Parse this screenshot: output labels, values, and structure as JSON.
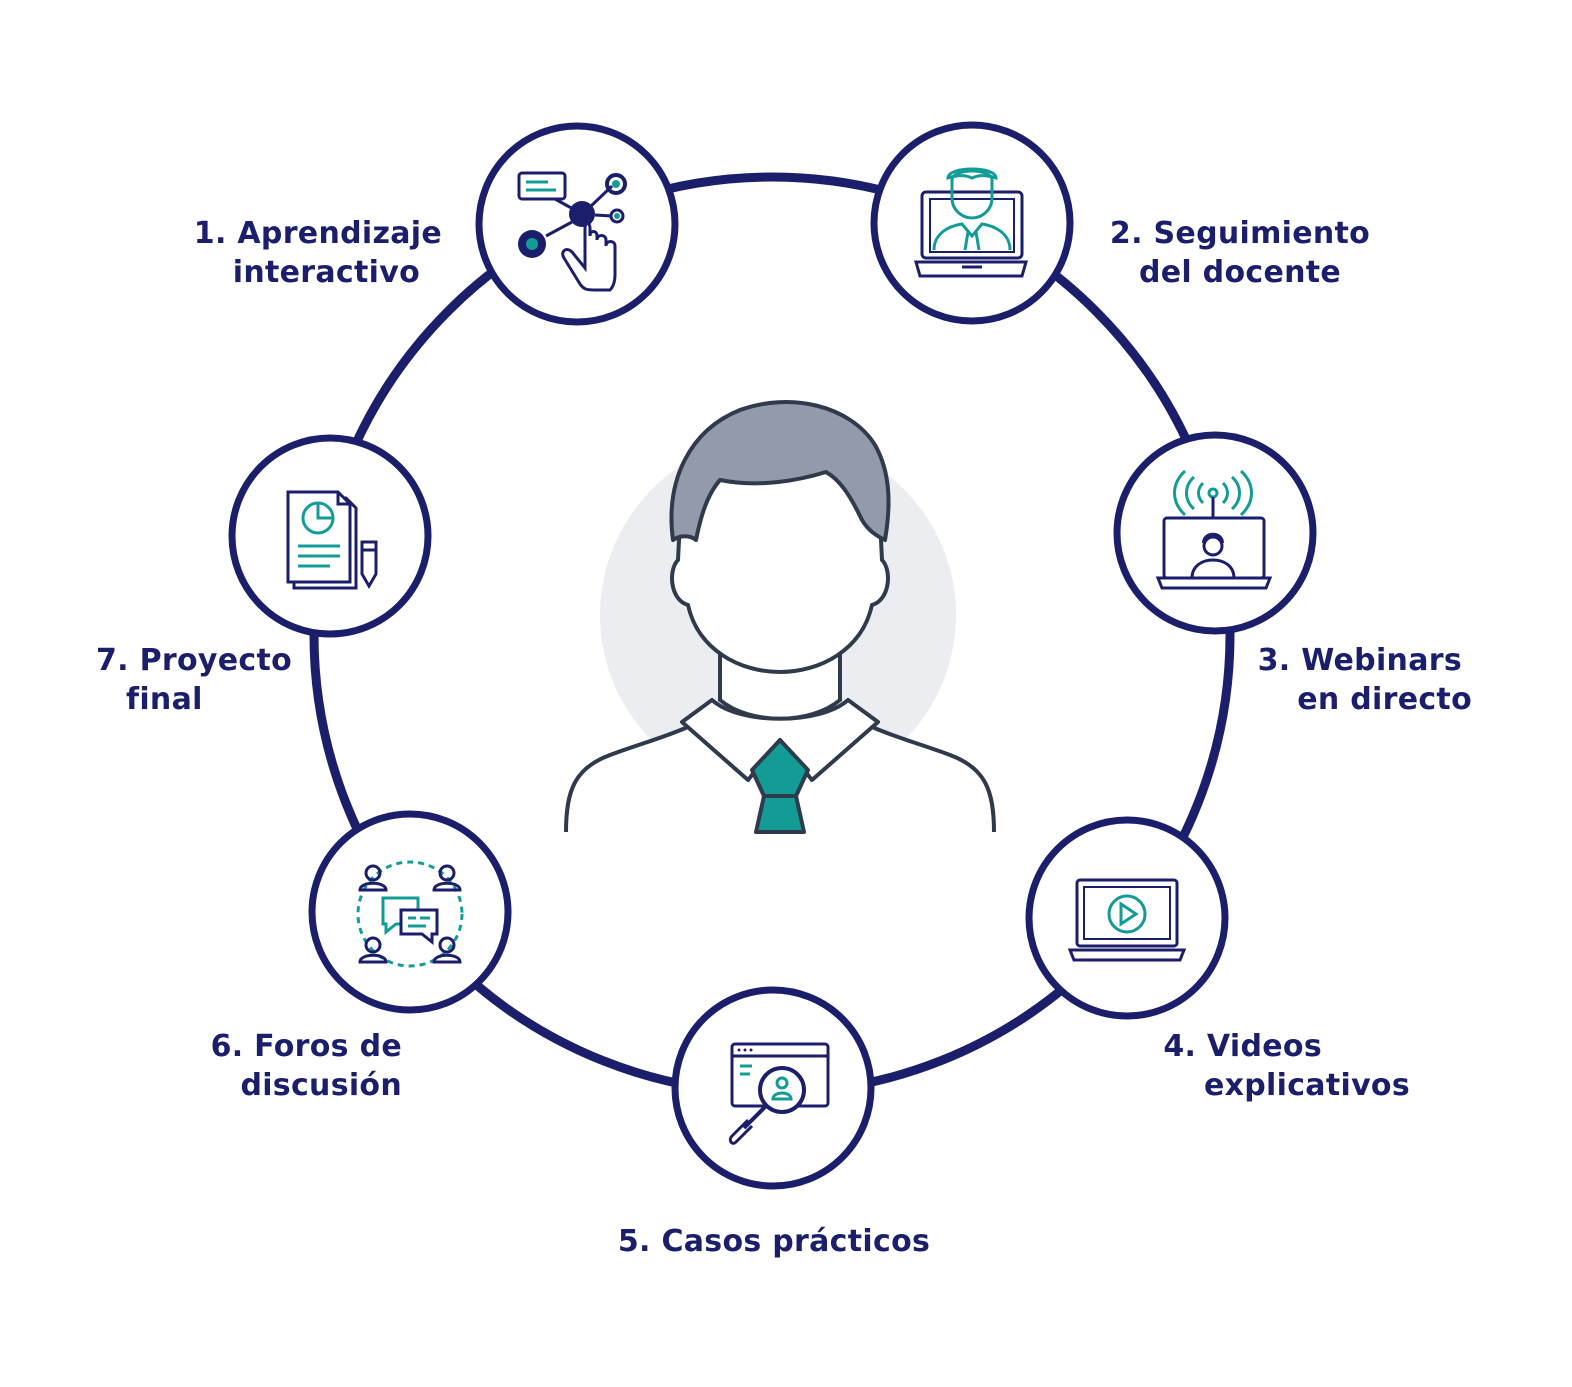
{
  "colors": {
    "navy": "#1b1f6b",
    "teal": "#139c96",
    "hair": "#939aaa",
    "outline": "#2f3b4c",
    "backdrop": "#ecedf1"
  },
  "steps": [
    {
      "id": 1,
      "line1": "1. Aprendizaje",
      "line2": "interactivo",
      "icon": "interactive-learning-icon"
    },
    {
      "id": 2,
      "line1": "2. Seguimiento",
      "line2": "del docente",
      "icon": "teacher-video-icon"
    },
    {
      "id": 3,
      "line1": "3. Webinars",
      "line2": "en directo",
      "icon": "live-webinar-icon"
    },
    {
      "id": 4,
      "line1": "4. Videos",
      "line2": "explicativos",
      "icon": "video-play-icon"
    },
    {
      "id": 5,
      "line1": "5. Casos prácticos",
      "line2": "",
      "icon": "case-search-icon"
    },
    {
      "id": 6,
      "line1": "6. Foros de",
      "line2": "discusión",
      "icon": "forum-chat-icon"
    },
    {
      "id": 7,
      "line1": "7. Proyecto",
      "line2": "final",
      "icon": "document-chart-icon"
    }
  ]
}
